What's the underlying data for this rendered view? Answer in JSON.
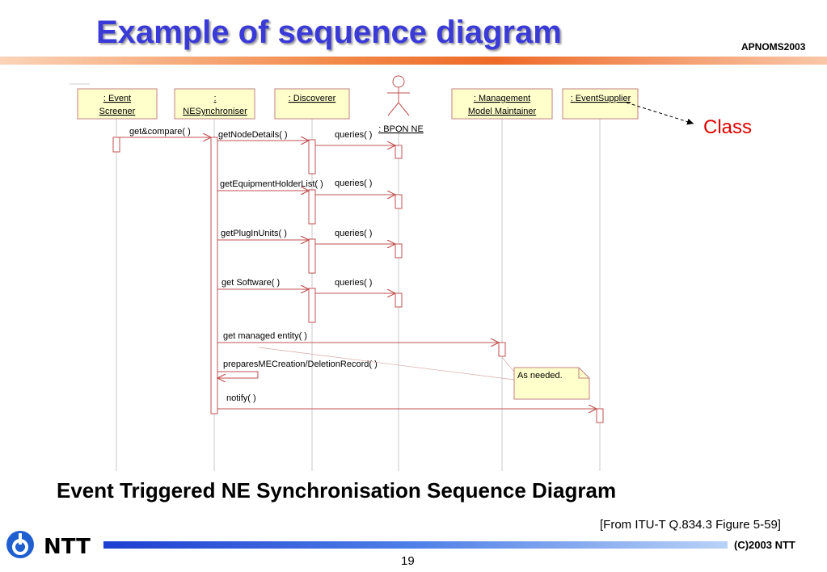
{
  "slide": {
    "title": "Example of sequence diagram",
    "conference": "APNOMS2003",
    "subtitle": "Event Triggered NE Synchronisation Sequence Diagram",
    "source": "[From ITU-T Q.834.3 Figure 5-59]",
    "copyright": "(C)2003 NTT",
    "page_number": "19",
    "logo_text": "NTT"
  },
  "diagram": {
    "objects": [
      {
        "line1": ": Event",
        "line2": "Screener"
      },
      {
        "line1": ":",
        "line2": "NESynchroniser"
      },
      {
        "line1": ": Discoverer",
        "line2": ""
      },
      {
        "line1": ": Management",
        "line2": "Model Maintainer"
      },
      {
        "line1": ": EventSupplier",
        "line2": ""
      }
    ],
    "actor": ": BPON NE",
    "class_annotation": "Class",
    "note": "As needed.",
    "messages": [
      "get&compare( )",
      "getNodeDetails( )",
      "queries( )",
      "getEquipmentHolderList( )",
      "queries( )",
      "getPlugInUnits( )",
      "queries( )",
      "get Software( )",
      "queries( )",
      "get managed entity( )",
      "preparesMECreation/DeletionRecord( )",
      "notify( )"
    ],
    "colors": {
      "object_fill": "#ffffcc",
      "object_border": "#c08080",
      "message_line": "#c05050",
      "lifeline": "#c0c0c0",
      "class_annotation": "#e00000",
      "title": "#3a3ad8"
    }
  }
}
